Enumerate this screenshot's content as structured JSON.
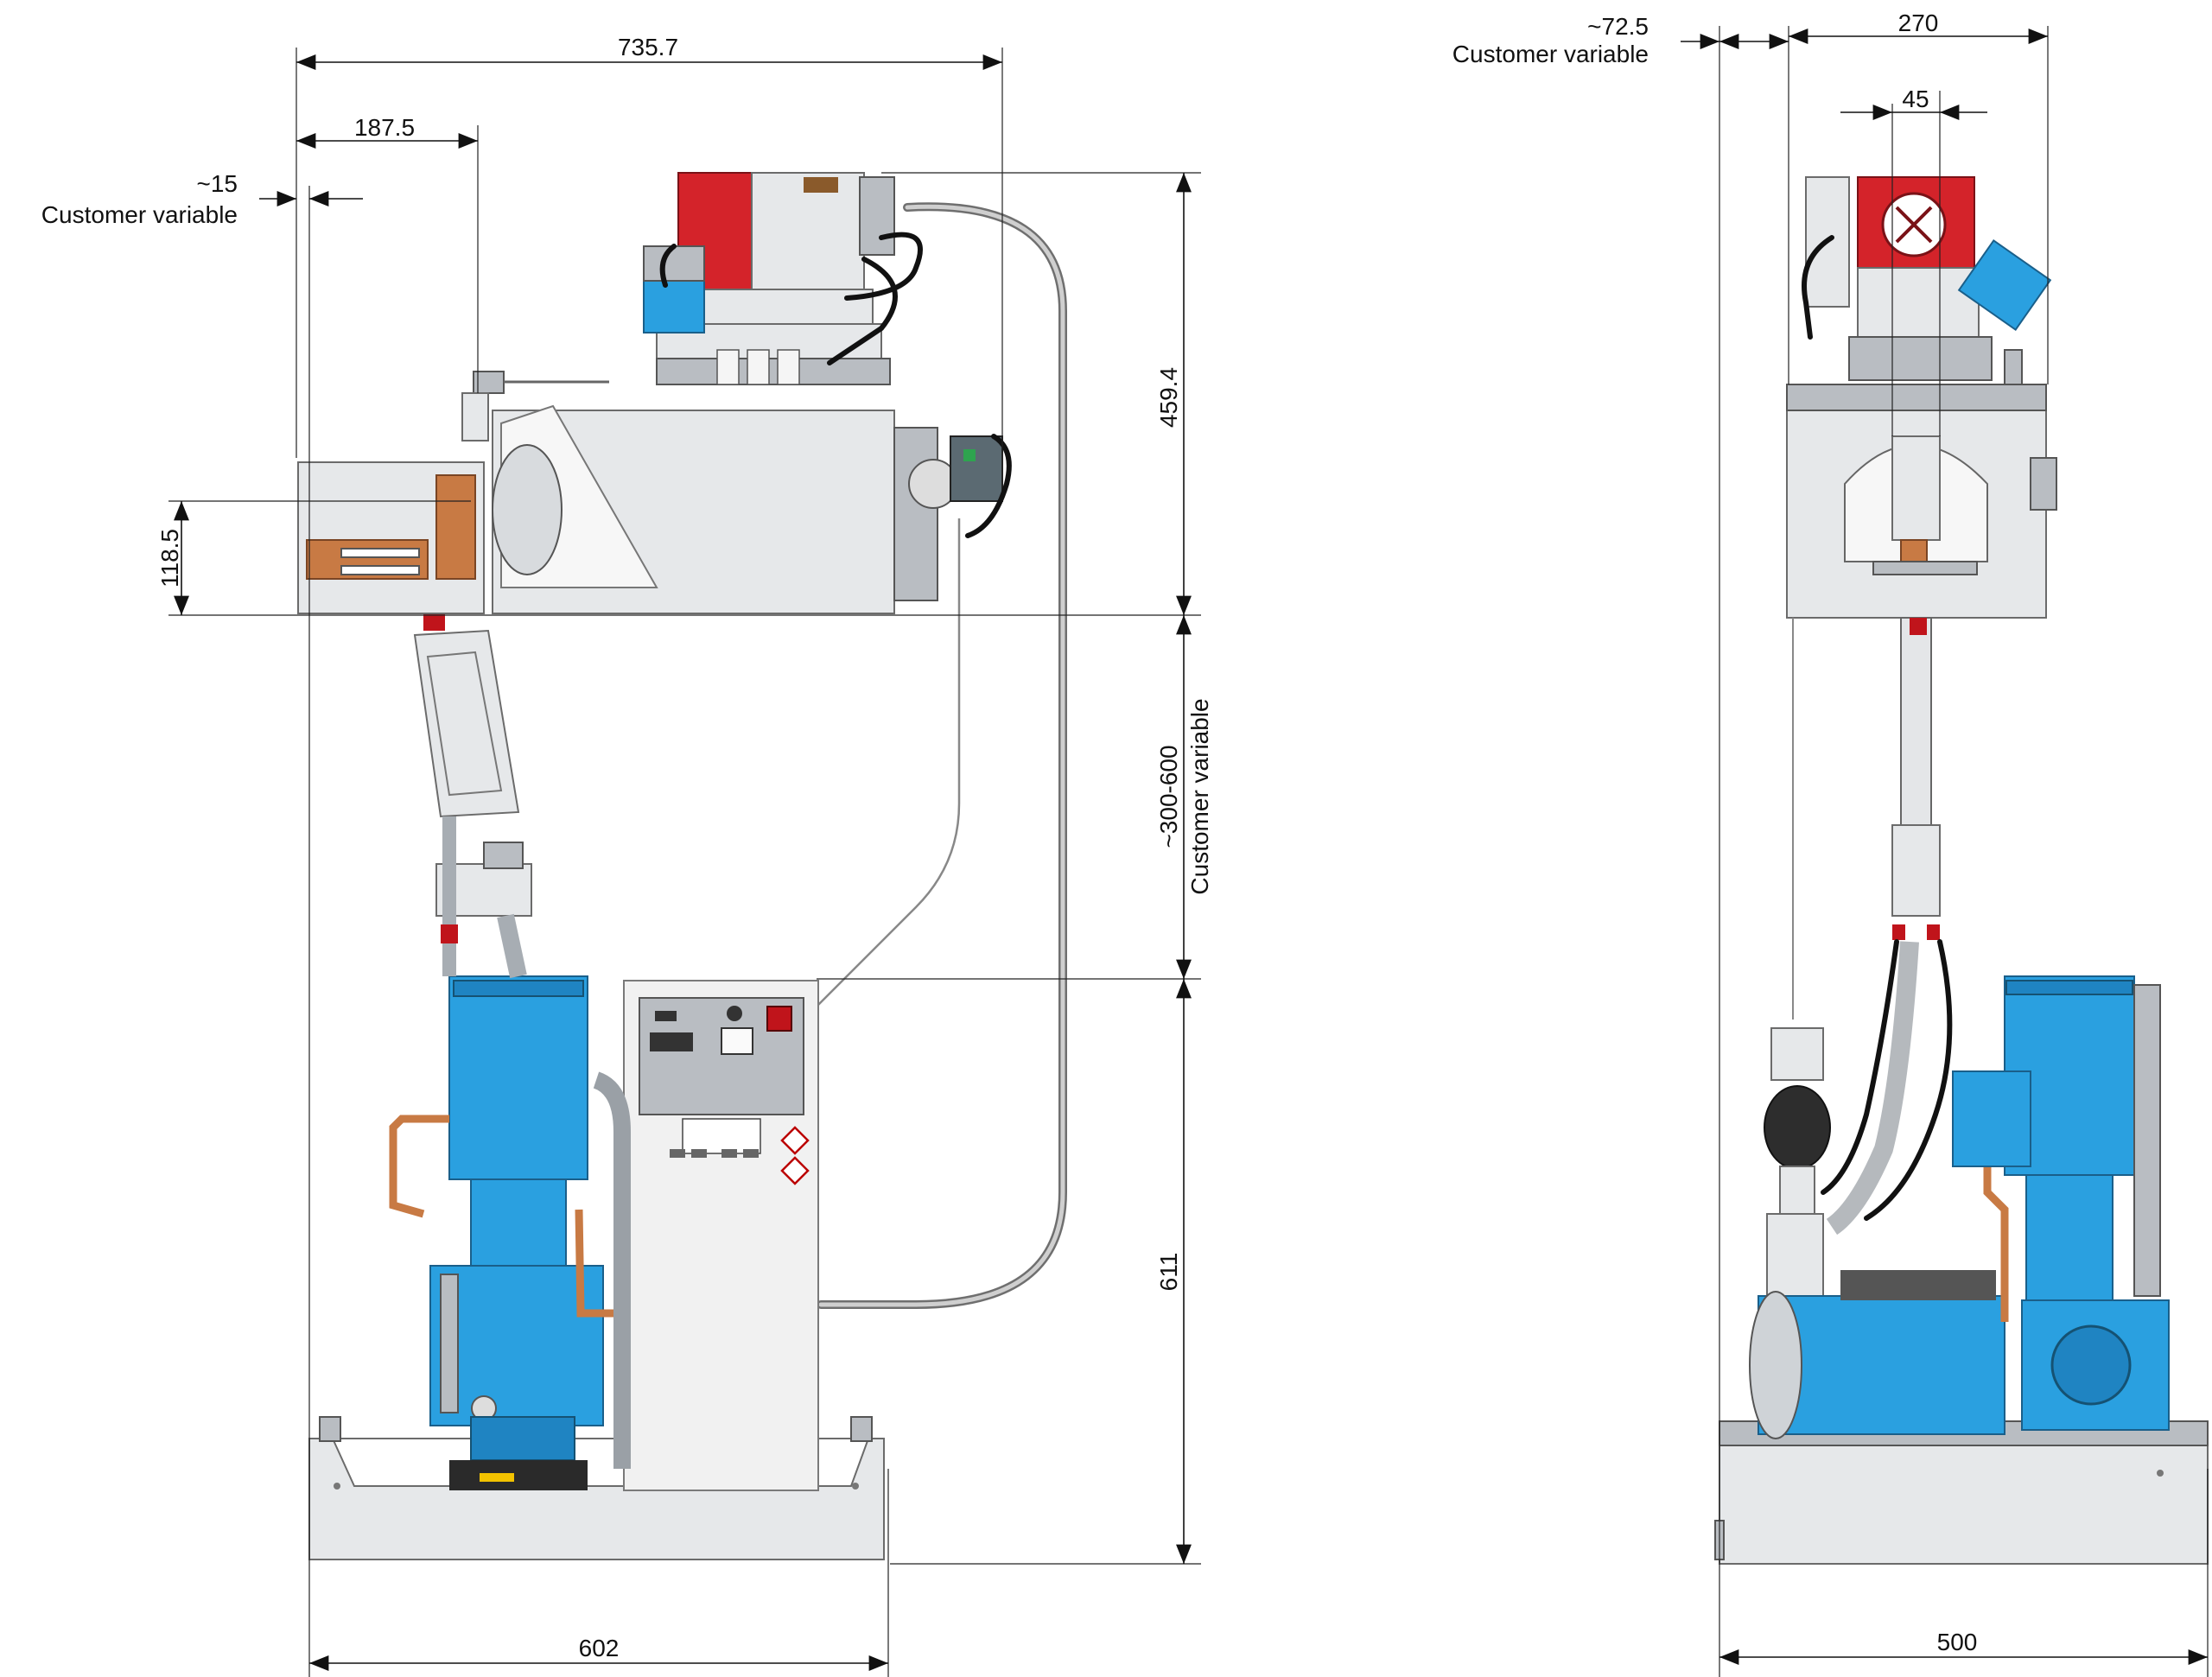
{
  "dimensions": {
    "side_overall_width": "735.7",
    "side_offset_187": "187.5",
    "side_offset_15": "~15",
    "side_offset_15_note": "Customer variable",
    "side_height_118": "118.5",
    "side_height_459": "459.4",
    "side_height_variable": "~300-600",
    "side_height_variable_note": "Customer variable",
    "side_height_611": "611",
    "side_base_width": "602",
    "front_top_width": "270",
    "front_offset_45": "45",
    "front_offset_72": "~72.5",
    "front_offset_72_note": "Customer variable",
    "front_base_width": "500"
  },
  "colors": {
    "pump_blue": "#2aa0e0",
    "head_red": "#d4232a",
    "copper": "#c87a44",
    "steel": "#e6e8ea"
  },
  "icons": {
    "side_view": "pump-unit-side-view",
    "front_view": "pump-unit-front-view"
  }
}
